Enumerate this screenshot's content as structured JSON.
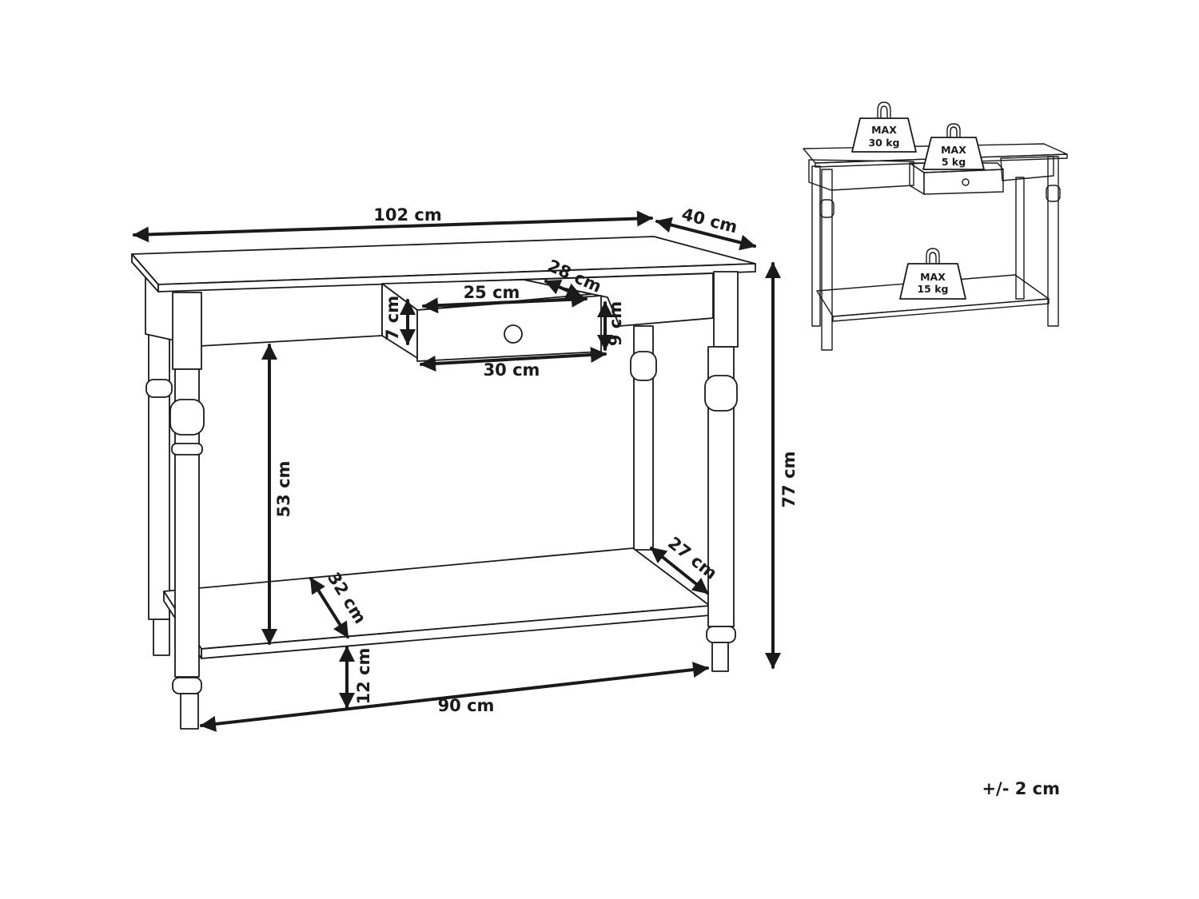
{
  "dimensions": {
    "width": "102 cm",
    "depth": "40 cm",
    "drawer_depth": "28 cm",
    "drawer_inner_width": "25 cm",
    "drawer_inner_height": "7 cm",
    "drawer_outer_height": "9 cm",
    "drawer_outer_width": "30 cm",
    "leg_clearance": "53 cm",
    "total_height": "77 cm",
    "shelf_depth_left": "32 cm",
    "shelf_depth_right": "27 cm",
    "shelf_height": "12 cm",
    "shelf_width": "90 cm"
  },
  "load_limits": {
    "top": {
      "max": "MAX",
      "weight": "30 kg"
    },
    "drawer": {
      "max": "MAX",
      "weight": "5 kg"
    },
    "shelf": {
      "max": "MAX",
      "weight": "15 kg"
    }
  },
  "tolerance": "+/- 2 cm"
}
